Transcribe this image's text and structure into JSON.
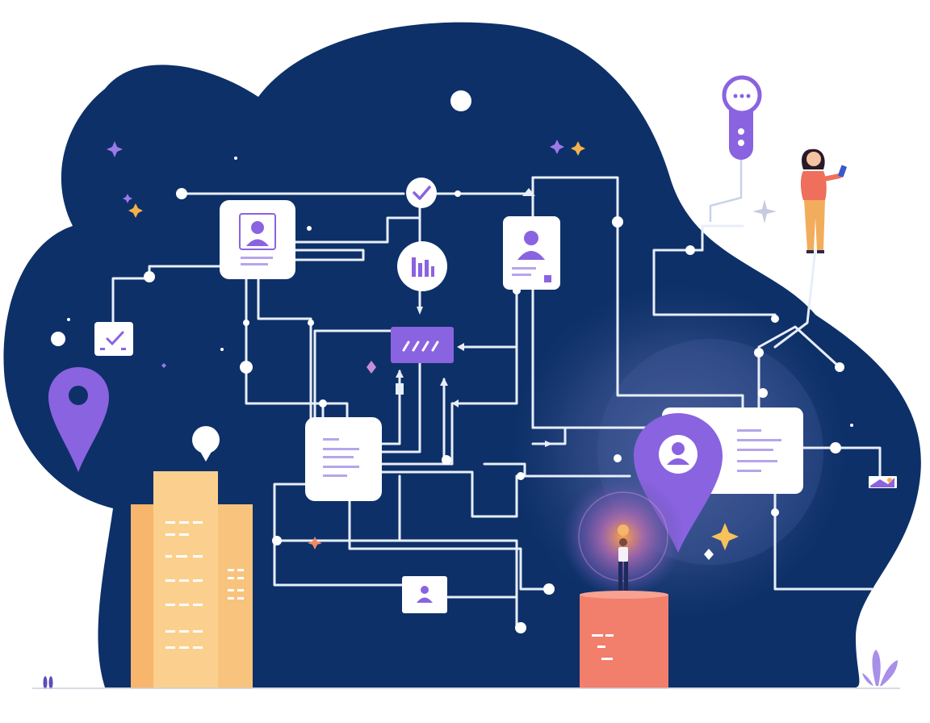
{
  "illustration": {
    "theme": "connected-network",
    "colors": {
      "blob": "#0d3068",
      "line": "#e8eef8",
      "accent_purple": "#8a63e0",
      "card": "#ffffff",
      "building_orange": "#f8b56c",
      "building_light": "#fbd08e",
      "pedestal": "#f27e6c",
      "person_top": "#ee6f5b",
      "person_pants": "#f2ad5c",
      "ground": "#c9d0dc"
    },
    "icons": [
      "profile-card",
      "checkmark",
      "bar-chart",
      "map-pin",
      "device",
      "person-with-phone",
      "person-with-lightbulb",
      "buildings",
      "sparkle-star"
    ]
  }
}
